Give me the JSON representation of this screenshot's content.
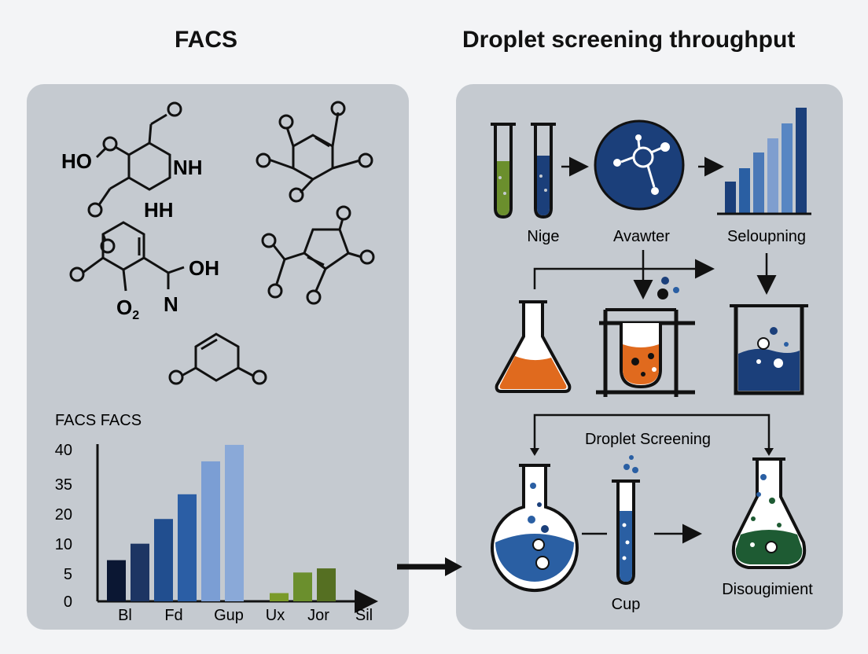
{
  "left_panel": {
    "title": "FACS",
    "molecules": {
      "m1_ho": "HO",
      "m1_nh": "NH",
      "m1_hh": "HH",
      "m3_oh": "OH",
      "m3_o2": "O",
      "m3_o2_sub": "2",
      "m3_n": "N"
    }
  },
  "right_panel": {
    "title": "Droplet screening throughput",
    "labels": {
      "tubes": "Nige",
      "reactor": "Avawter",
      "chart": "Seloupning",
      "droplet_screening": "Droplet Screening",
      "cup": "Cup",
      "flask_out": "Disougimient"
    }
  },
  "colors": {
    "panel_bg": "#c5cad0",
    "navy": "#1b3f7a",
    "blue": "#2a5fa3",
    "light_blue": "#7f9ecf",
    "green": "#6b8f2d",
    "orange": "#e06a1e",
    "dark_green": "#1e5b33"
  },
  "chart_data": {
    "type": "bar",
    "title": "FACS FACS",
    "categories": [
      "Bl",
      "Fd",
      "Gup",
      "Ux",
      "Jor",
      "Sil"
    ],
    "y_ticks": [
      "0",
      "5",
      "10",
      "20",
      "35",
      "40"
    ],
    "series": [
      {
        "values": [
          10,
          14,
          20,
          26,
          34,
          38
        ],
        "colors": [
          "#0b1733",
          "#1d3563",
          "#214e8f",
          "#2b5ea5",
          "#7b9ed4",
          "#8aa9d8"
        ]
      },
      {
        "values": [
          2,
          7,
          8
        ],
        "colors": [
          "#7a9a2a",
          "#6b8f2d",
          "#556f22"
        ]
      }
    ],
    "ylim": [
      0,
      42
    ],
    "grid": false
  }
}
